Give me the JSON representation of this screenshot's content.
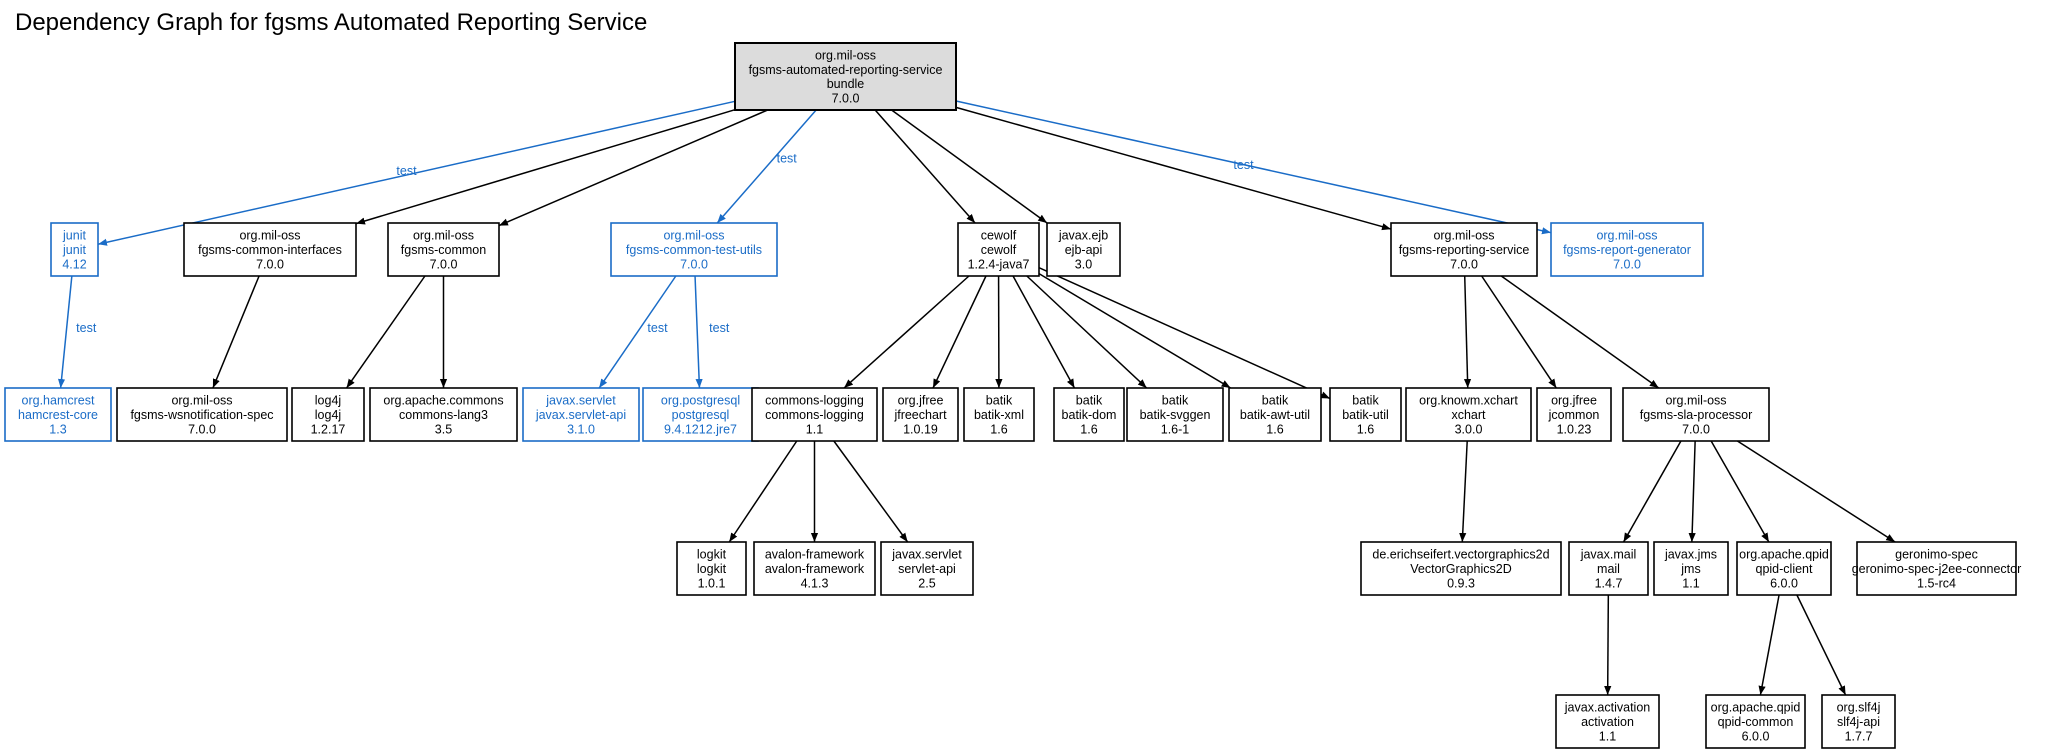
{
  "title": "Dependency Graph for fgsms Automated Reporting Service",
  "colors": {
    "compile": "#000000",
    "test": "#1a6cc7",
    "root_fill": "#dcdcdc"
  },
  "nodes": [
    {
      "id": "root",
      "kind": "root",
      "lines": [
        "org.mil-oss",
        "fgsms-automated-reporting-service",
        "bundle",
        "7.0.0"
      ]
    },
    {
      "id": "junit",
      "kind": "test",
      "lines": [
        "junit",
        "junit",
        "4.12"
      ]
    },
    {
      "id": "common-interfaces",
      "kind": "compile",
      "lines": [
        "org.mil-oss",
        "fgsms-common-interfaces",
        "7.0.0"
      ]
    },
    {
      "id": "fgsms-common",
      "kind": "compile",
      "lines": [
        "org.mil-oss",
        "fgsms-common",
        "7.0.0"
      ]
    },
    {
      "id": "common-test-utils",
      "kind": "test",
      "lines": [
        "org.mil-oss",
        "fgsms-common-test-utils",
        "7.0.0"
      ]
    },
    {
      "id": "cewolf",
      "kind": "compile",
      "lines": [
        "cewolf",
        "cewolf",
        "1.2.4-java7"
      ]
    },
    {
      "id": "ejb-api",
      "kind": "compile",
      "lines": [
        "javax.ejb",
        "ejb-api",
        "3.0"
      ]
    },
    {
      "id": "reporting-service",
      "kind": "compile",
      "lines": [
        "org.mil-oss",
        "fgsms-reporting-service",
        "7.0.0"
      ]
    },
    {
      "id": "report-generator",
      "kind": "test",
      "lines": [
        "org.mil-oss",
        "fgsms-report-generator",
        "7.0.0"
      ]
    },
    {
      "id": "hamcrest",
      "kind": "test",
      "lines": [
        "org.hamcrest",
        "hamcrest-core",
        "1.3"
      ]
    },
    {
      "id": "wsnotification",
      "kind": "compile",
      "lines": [
        "org.mil-oss",
        "fgsms-wsnotification-spec",
        "7.0.0"
      ]
    },
    {
      "id": "log4j",
      "kind": "compile",
      "lines": [
        "log4j",
        "log4j",
        "1.2.17"
      ]
    },
    {
      "id": "commons-lang3",
      "kind": "compile",
      "lines": [
        "org.apache.commons",
        "commons-lang3",
        "3.5"
      ]
    },
    {
      "id": "servlet-api-test",
      "kind": "test",
      "lines": [
        "javax.servlet",
        "javax.servlet-api",
        "3.1.0"
      ]
    },
    {
      "id": "postgresql",
      "kind": "test",
      "lines": [
        "org.postgresql",
        "postgresql",
        "9.4.1212.jre7"
      ]
    },
    {
      "id": "commons-logging",
      "kind": "compile",
      "lines": [
        "commons-logging",
        "commons-logging",
        "1.1"
      ]
    },
    {
      "id": "jfreechart",
      "kind": "compile",
      "lines": [
        "org.jfree",
        "jfreechart",
        "1.0.19"
      ]
    },
    {
      "id": "batik-xml",
      "kind": "compile",
      "lines": [
        "batik",
        "batik-xml",
        "1.6"
      ]
    },
    {
      "id": "batik-dom",
      "kind": "compile",
      "lines": [
        "batik",
        "batik-dom",
        "1.6"
      ]
    },
    {
      "id": "batik-svggen",
      "kind": "compile",
      "lines": [
        "batik",
        "batik-svggen",
        "1.6-1"
      ]
    },
    {
      "id": "batik-awt-util",
      "kind": "compile",
      "lines": [
        "batik",
        "batik-awt-util",
        "1.6"
      ]
    },
    {
      "id": "batik-util",
      "kind": "compile",
      "lines": [
        "batik",
        "batik-util",
        "1.6"
      ]
    },
    {
      "id": "xchart",
      "kind": "compile",
      "lines": [
        "org.knowm.xchart",
        "xchart",
        "3.0.0"
      ]
    },
    {
      "id": "jcommon",
      "kind": "compile",
      "lines": [
        "org.jfree",
        "jcommon",
        "1.0.23"
      ]
    },
    {
      "id": "sla-processor",
      "kind": "compile",
      "lines": [
        "org.mil-oss",
        "fgsms-sla-processor",
        "7.0.0"
      ]
    },
    {
      "id": "logkit",
      "kind": "compile",
      "lines": [
        "logkit",
        "logkit",
        "1.0.1"
      ]
    },
    {
      "id": "avalon",
      "kind": "compile",
      "lines": [
        "avalon-framework",
        "avalon-framework",
        "4.1.3"
      ]
    },
    {
      "id": "servlet-api",
      "kind": "compile",
      "lines": [
        "javax.servlet",
        "servlet-api",
        "2.5"
      ]
    },
    {
      "id": "vectorgraphics",
      "kind": "compile",
      "lines": [
        "de.erichseifert.vectorgraphics2d",
        "VectorGraphics2D",
        "0.9.3"
      ]
    },
    {
      "id": "mail",
      "kind": "compile",
      "lines": [
        "javax.mail",
        "mail",
        "1.4.7"
      ]
    },
    {
      "id": "jms",
      "kind": "compile",
      "lines": [
        "javax.jms",
        "jms",
        "1.1"
      ]
    },
    {
      "id": "qpid-client",
      "kind": "compile",
      "lines": [
        "org.apache.qpid",
        "qpid-client",
        "6.0.0"
      ]
    },
    {
      "id": "geronimo",
      "kind": "compile",
      "lines": [
        "geronimo-spec",
        "geronimo-spec-j2ee-connector",
        "1.5-rc4"
      ]
    },
    {
      "id": "activation",
      "kind": "compile",
      "lines": [
        "javax.activation",
        "activation",
        "1.1"
      ]
    },
    {
      "id": "qpid-common",
      "kind": "compile",
      "lines": [
        "org.apache.qpid",
        "qpid-common",
        "6.0.0"
      ]
    },
    {
      "id": "slf4j",
      "kind": "compile",
      "lines": [
        "org.slf4j",
        "slf4j-api",
        "1.7.7"
      ]
    }
  ],
  "edges": [
    {
      "from": "root",
      "to": "junit",
      "kind": "test",
      "label": "test"
    },
    {
      "from": "root",
      "to": "common-interfaces",
      "kind": "compile"
    },
    {
      "from": "root",
      "to": "fgsms-common",
      "kind": "compile"
    },
    {
      "from": "root",
      "to": "common-test-utils",
      "kind": "test",
      "label": "test"
    },
    {
      "from": "root",
      "to": "cewolf",
      "kind": "compile"
    },
    {
      "from": "root",
      "to": "ejb-api",
      "kind": "compile"
    },
    {
      "from": "root",
      "to": "reporting-service",
      "kind": "compile"
    },
    {
      "from": "root",
      "to": "report-generator",
      "kind": "test",
      "label": "test"
    },
    {
      "from": "junit",
      "to": "hamcrest",
      "kind": "test",
      "label": "test"
    },
    {
      "from": "common-interfaces",
      "to": "wsnotification",
      "kind": "compile"
    },
    {
      "from": "fgsms-common",
      "to": "log4j",
      "kind": "compile"
    },
    {
      "from": "fgsms-common",
      "to": "commons-lang3",
      "kind": "compile"
    },
    {
      "from": "common-test-utils",
      "to": "servlet-api-test",
      "kind": "test",
      "label": "test"
    },
    {
      "from": "common-test-utils",
      "to": "postgresql",
      "kind": "test",
      "label": "test"
    },
    {
      "from": "cewolf",
      "to": "commons-logging",
      "kind": "compile"
    },
    {
      "from": "cewolf",
      "to": "jfreechart",
      "kind": "compile"
    },
    {
      "from": "cewolf",
      "to": "batik-xml",
      "kind": "compile"
    },
    {
      "from": "cewolf",
      "to": "batik-dom",
      "kind": "compile"
    },
    {
      "from": "cewolf",
      "to": "batik-svggen",
      "kind": "compile"
    },
    {
      "from": "cewolf",
      "to": "batik-awt-util",
      "kind": "compile"
    },
    {
      "from": "cewolf",
      "to": "batik-util",
      "kind": "compile"
    },
    {
      "from": "reporting-service",
      "to": "xchart",
      "kind": "compile"
    },
    {
      "from": "reporting-service",
      "to": "jcommon",
      "kind": "compile"
    },
    {
      "from": "reporting-service",
      "to": "sla-processor",
      "kind": "compile"
    },
    {
      "from": "commons-logging",
      "to": "logkit",
      "kind": "compile"
    },
    {
      "from": "commons-logging",
      "to": "avalon",
      "kind": "compile"
    },
    {
      "from": "commons-logging",
      "to": "servlet-api",
      "kind": "compile"
    },
    {
      "from": "xchart",
      "to": "vectorgraphics",
      "kind": "compile"
    },
    {
      "from": "sla-processor",
      "to": "mail",
      "kind": "compile"
    },
    {
      "from": "sla-processor",
      "to": "jms",
      "kind": "compile"
    },
    {
      "from": "sla-processor",
      "to": "qpid-client",
      "kind": "compile"
    },
    {
      "from": "sla-processor",
      "to": "geronimo",
      "kind": "compile"
    },
    {
      "from": "mail",
      "to": "activation",
      "kind": "compile"
    },
    {
      "from": "qpid-client",
      "to": "qpid-common",
      "kind": "compile"
    },
    {
      "from": "qpid-client",
      "to": "slf4j",
      "kind": "compile"
    }
  ]
}
